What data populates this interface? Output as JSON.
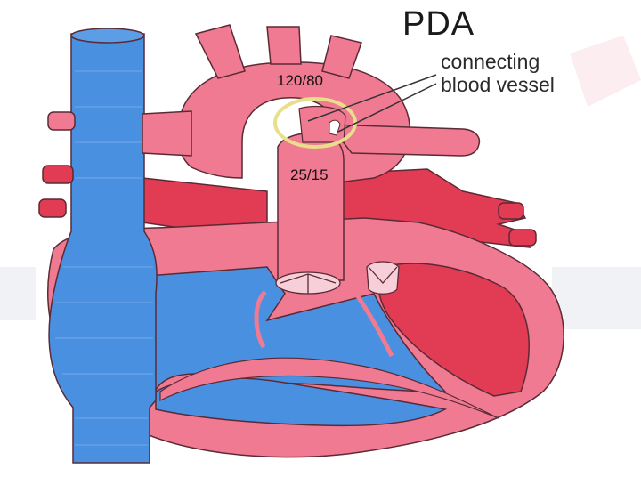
{
  "title": "PDA",
  "description": {
    "line1": "connecting",
    "line2": "blood vessel"
  },
  "pressures": {
    "aorta": "120/80",
    "pulmonary": "25/15"
  },
  "colors": {
    "deoxygenated": "#4a90e0",
    "oxygenated_wall": "#f07a92",
    "chamber_red": "#e23c55",
    "highlight_ring": "#e9df8a",
    "outline": "#5a2a35"
  },
  "icons": [
    "heart-diagram"
  ]
}
